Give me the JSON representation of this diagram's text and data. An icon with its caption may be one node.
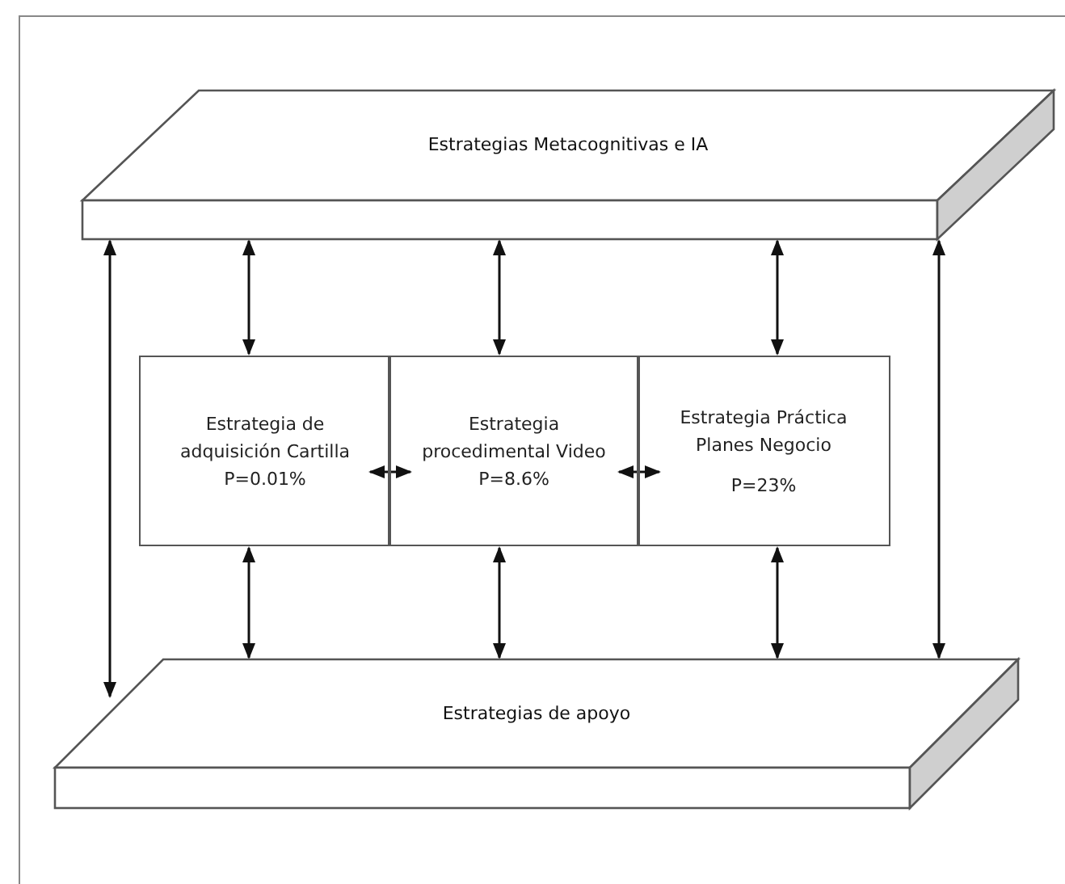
{
  "diagram": {
    "nodes": [
      {
        "text": [
          "Estrategias Metacognitivas e IA"
        ]
      },
      {
        "text": [
          "Estrategia de adquisición Cartilla P=0.01%"
        ]
      },
      {
        "text": [
          "Estrategia procedimental Video P=8.6%"
        ]
      },
      {
        "text": [
          "Estrategia Práctica Planes Negocio",
          "P=23%"
        ]
      },
      {
        "text": [
          "Estrategias de apoyo"
        ]
      }
    ],
    "edges": [
      {
        "from": 0,
        "to": 1,
        "arrow": "both"
      },
      {
        "from": 0,
        "to": 2,
        "arrow": "both"
      },
      {
        "from": 0,
        "to": 3,
        "arrow": "both"
      },
      {
        "from": 1,
        "to": 4,
        "arrow": "both"
      },
      {
        "from": 2,
        "to": 4,
        "arrow": "both"
      },
      {
        "from": 3,
        "to": 4,
        "arrow": "both"
      },
      {
        "from": 0,
        "to": 4,
        "arrow": "both"
      },
      {
        "from": 0,
        "to": 4,
        "arrow": "both"
      },
      {
        "from": 1,
        "to": 2,
        "arrow": "both"
      },
      {
        "from": 2,
        "to": 3,
        "arrow": "both"
      }
    ]
  }
}
